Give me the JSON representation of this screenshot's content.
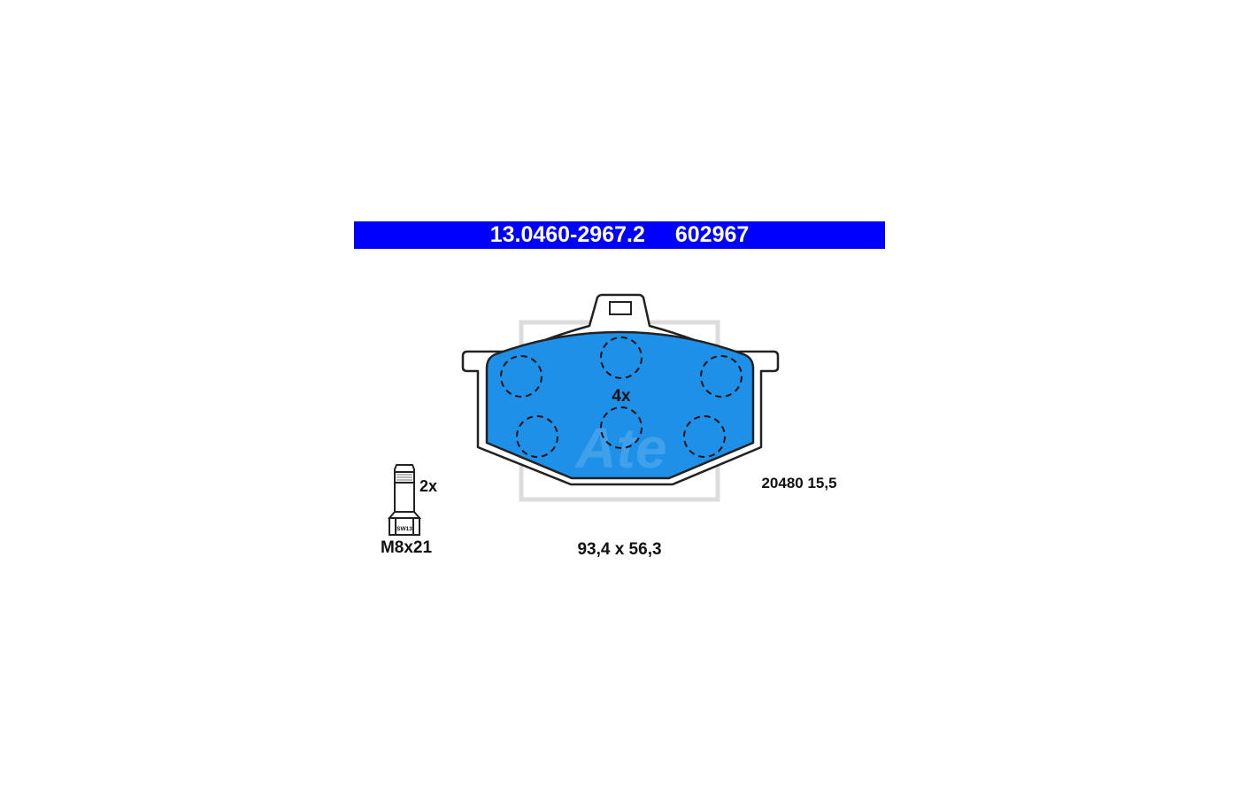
{
  "header": {
    "part_number": "13.0460-2967.2",
    "ref_number": "602967"
  },
  "pad": {
    "sensor_count_label": "4x",
    "wva_thickness": "20480 15,5",
    "dimensions": "93,4 x 56,3"
  },
  "bolt": {
    "count_label": "2x",
    "size_label": "M8x21",
    "wrench_label": "SW13"
  },
  "watermark": {
    "logo_text": "Ate"
  },
  "colors": {
    "header_bg": "#0000ff",
    "header_text": "#ffffff",
    "pad_fill": "#1e90e8",
    "outline": "#222222",
    "watermark": "#d7d7d7"
  }
}
